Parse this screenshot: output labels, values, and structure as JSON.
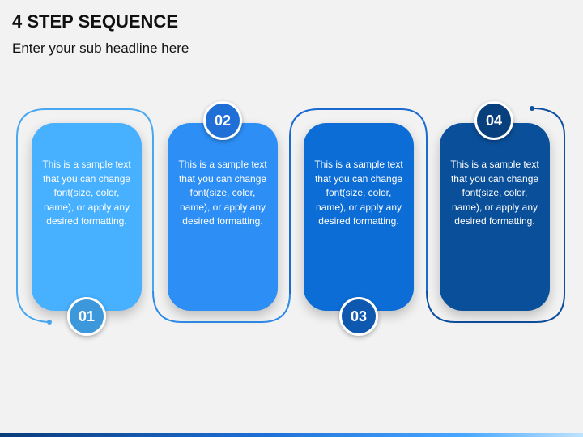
{
  "title": "4 STEP SEQUENCE",
  "subtitle": "Enter your sub headline here",
  "steps": [
    {
      "number": "01",
      "text": "This is a sample text that you can change font(size, color, name), or apply any desired formatting.",
      "card_color": "#47b0ff",
      "badge_color": "#3d97db",
      "outline_color": "#4aa8f0"
    },
    {
      "number": "02",
      "text": "This is a sample text that you can change font(size, color, name), or apply any desired formatting.",
      "card_color": "#2d8ef5",
      "badge_color": "#1f6fd6",
      "outline_color": "#2e8ae8"
    },
    {
      "number": "03",
      "text": "This is a sample text that you can change font(size, color, name), or apply any desired formatting.",
      "card_color": "#0d6dd6",
      "badge_color": "#0f58b0",
      "outline_color": "#1a6ad0"
    },
    {
      "number": "04",
      "text": "This is a sample text that you can change font(size, color, name), or apply any desired formatting.",
      "card_color": "#0a4f9a",
      "badge_color": "#083f7d",
      "outline_color": "#0d4f9e"
    }
  ]
}
